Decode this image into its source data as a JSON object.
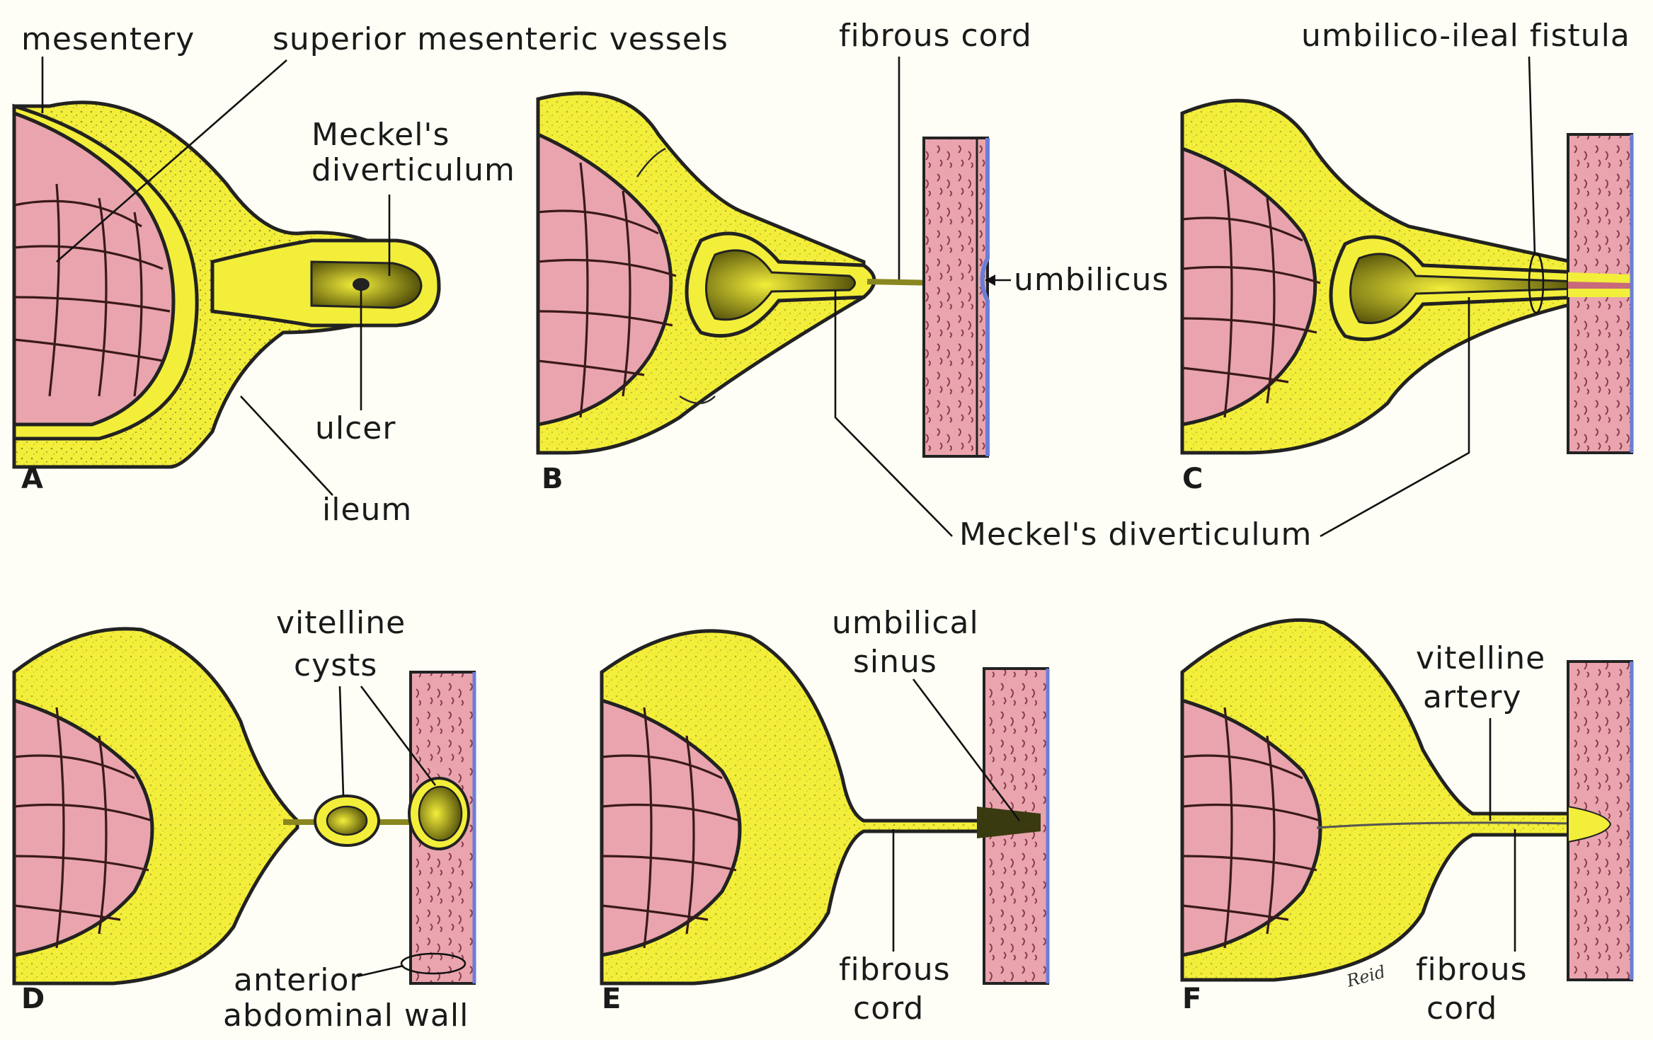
{
  "colors": {
    "mesentery_fat": "#f3ee3a",
    "intestine_pink": "#e9a4ae",
    "lumen_dark": "#6e6a10",
    "wall_blue": "#6a7ed8",
    "background": "#fefef6"
  },
  "labels": {
    "mesentery": "mesentery",
    "superior_mesenteric_vessels": "superior mesenteric vessels",
    "meckels_1": "Meckel's",
    "meckels_2": "diverticulum",
    "ulcer": "ulcer",
    "ileum": "ileum",
    "fibrous_cord_top": "fibrous cord",
    "umbilicus": "umbilicus",
    "umbilico_ileal_fistula": "umbilico-ileal fistula",
    "meckels_diverticulum_shared": "Meckel's diverticulum",
    "vitelline_1": "vitelline",
    "cysts": "cysts",
    "anterior": "anterior",
    "abdominal_wall": "abdominal wall",
    "umbilical": "umbilical",
    "sinus": "sinus",
    "fibrous": "fibrous",
    "cord": "cord",
    "vitelline_2": "vitelline",
    "artery": "artery",
    "signature": "Reid"
  },
  "panels": [
    "A",
    "B",
    "C",
    "D",
    "E",
    "F"
  ]
}
